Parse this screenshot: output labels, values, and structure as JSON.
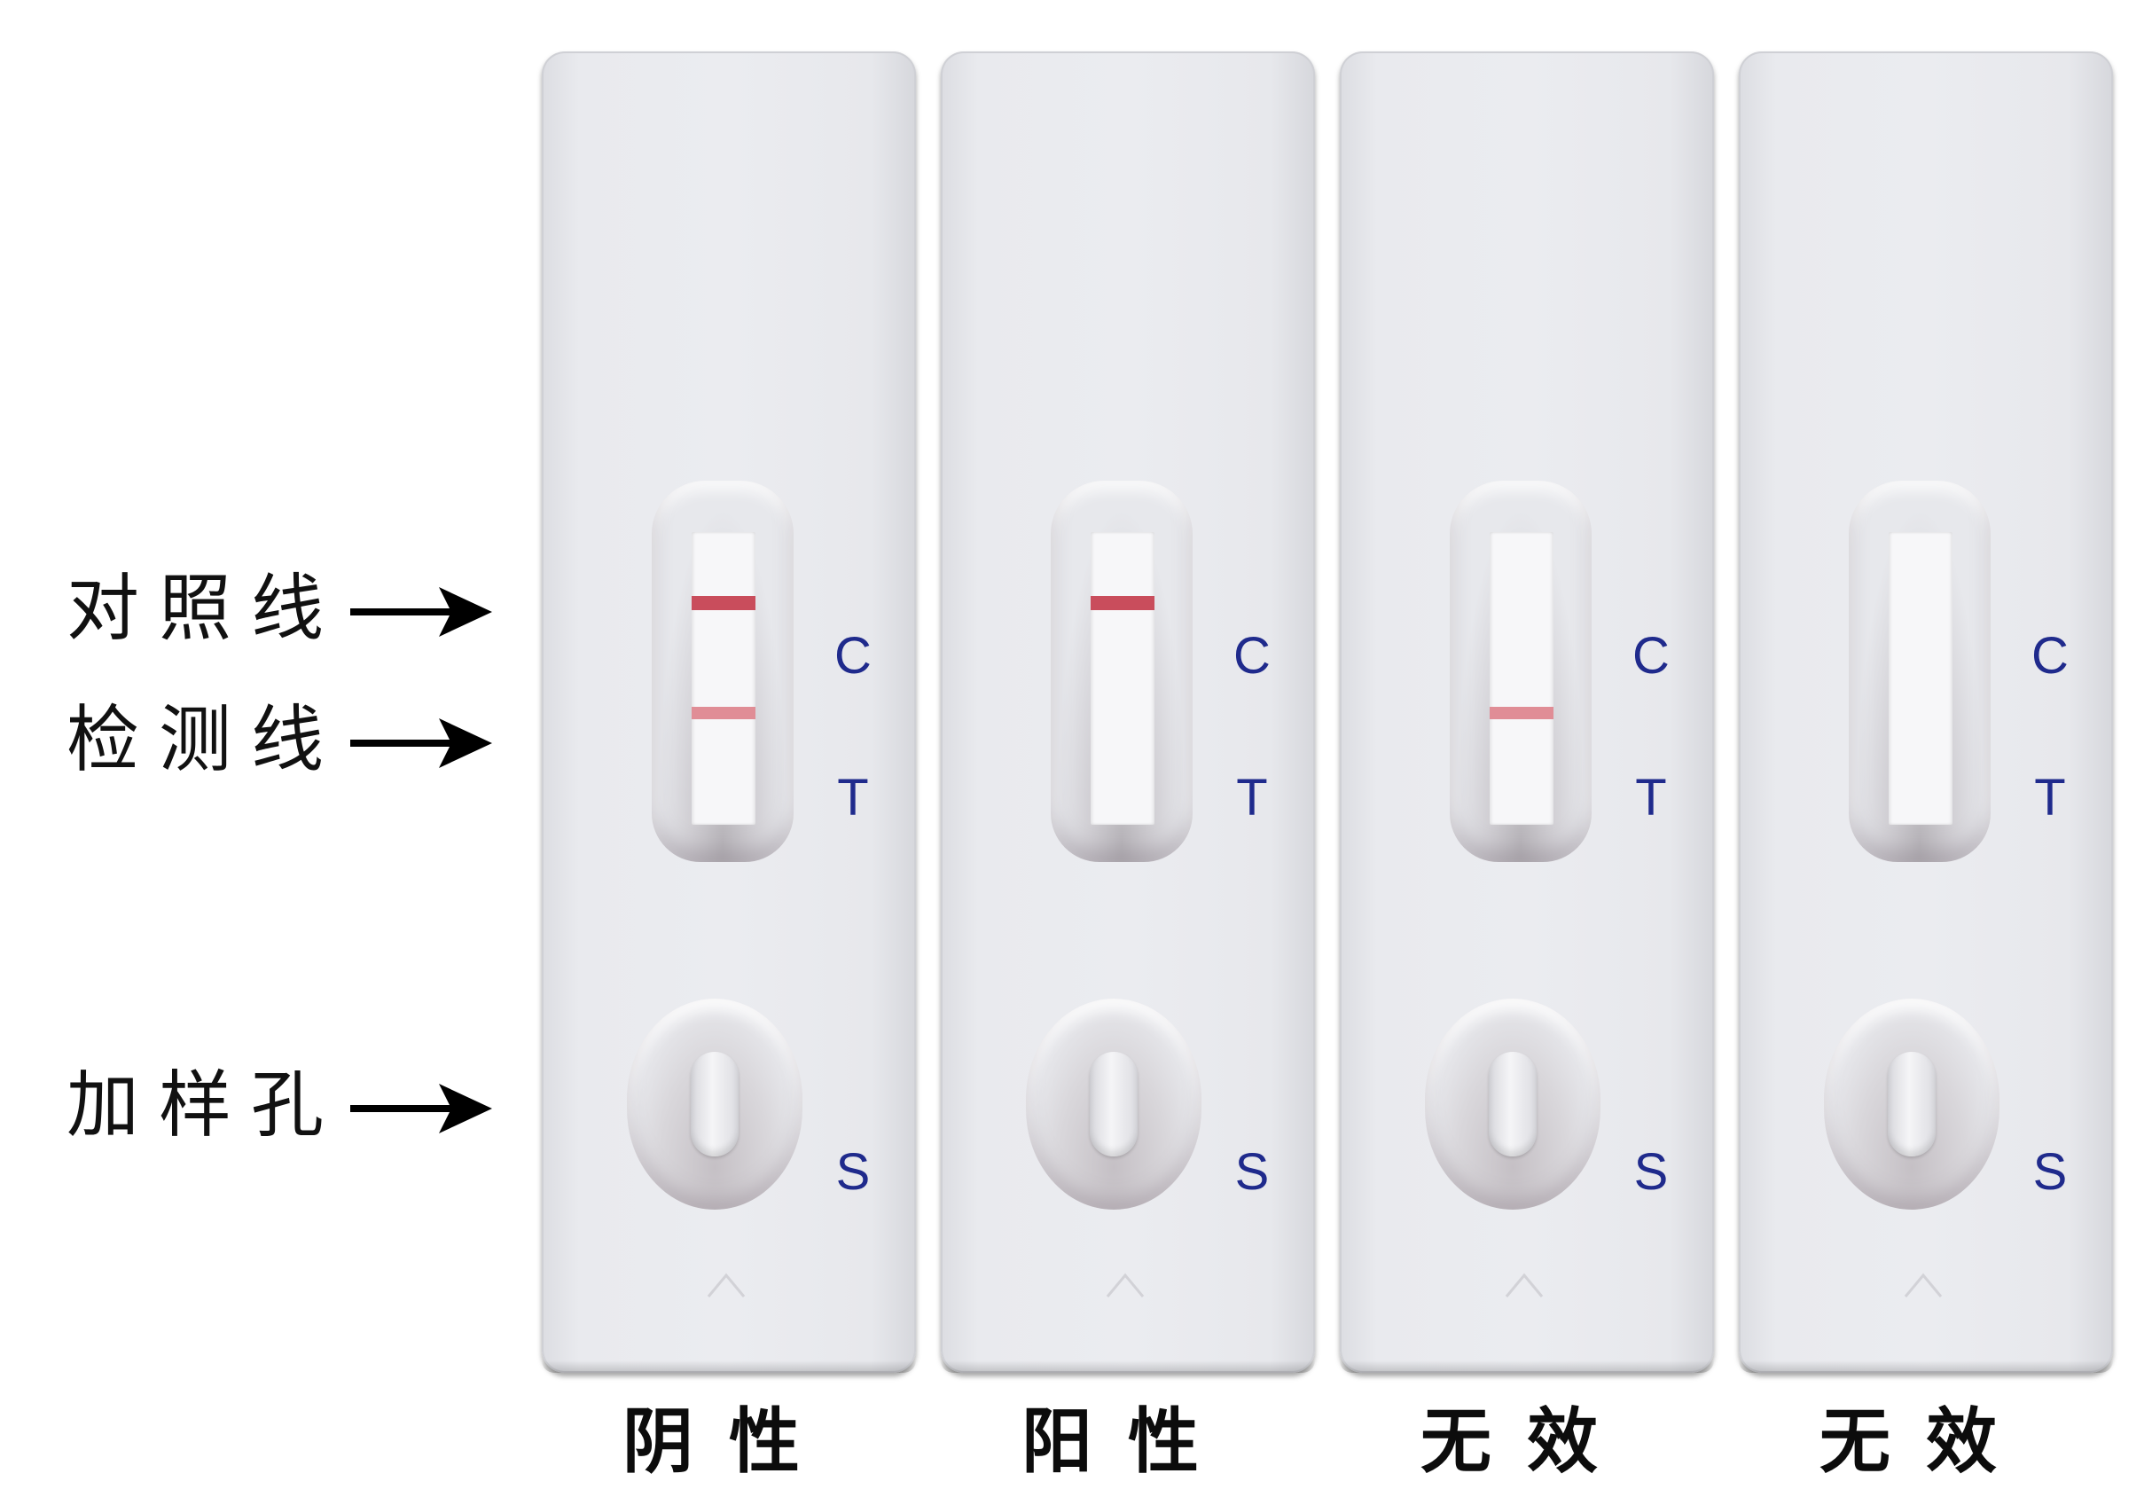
{
  "labels": {
    "control_line": "对照线",
    "test_line": "检测线",
    "sample_well": "加样孔"
  },
  "strip_letters": {
    "control": "C",
    "test": "T",
    "sample": "S"
  },
  "cassettes": [
    {
      "caption": "阴性",
      "control_band": true,
      "test_band": true
    },
    {
      "caption": "阳性",
      "control_band": true,
      "test_band": false
    },
    {
      "caption": "无效",
      "control_band": false,
      "test_band": true
    },
    {
      "caption": "无效",
      "control_band": false,
      "test_band": false
    }
  ],
  "colors": {
    "control_band": "#c94d5c",
    "test_band": "#e08d96",
    "strip_letter": "#1f2a8c"
  }
}
